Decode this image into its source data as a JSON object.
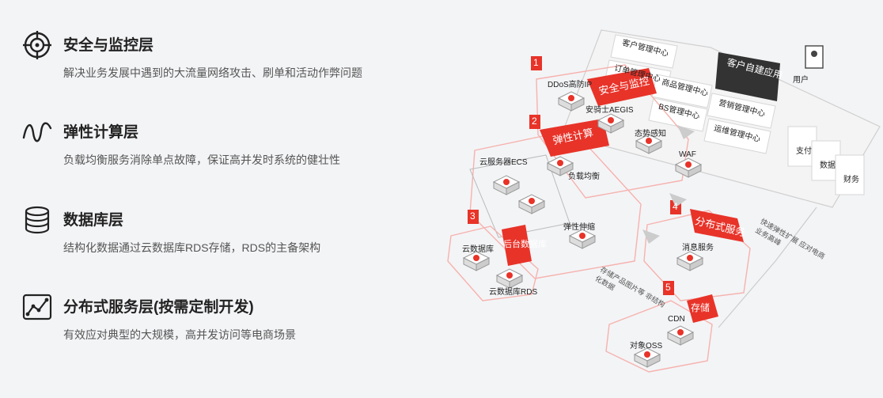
{
  "features": [
    {
      "icon": "target-icon",
      "title": "安全与监控层",
      "desc": "解决业务发展中遇到的大流量网络攻击、刷单和活动作弊问题"
    },
    {
      "icon": "wave-icon",
      "title": "弹性计算层",
      "desc": "负载均衡服务消除单点故障，保证高并发时系统的健壮性"
    },
    {
      "icon": "database-icon",
      "title": "数据库层",
      "desc": "结构化数据通过云数据库RDS存储，RDS的主备架构"
    },
    {
      "icon": "chart-icon",
      "title": "分布式服务层(按需定制开发)",
      "desc": "有效应对典型的大规模，高并发访问等电商场景"
    }
  ],
  "diagram": {
    "client_app": "客户自建应用",
    "user": "用户",
    "modules": [
      "客户管理中心",
      "订单管理中心",
      "商品管理中心",
      "BS管理中心",
      "营销管理中心",
      "运维管理中心"
    ],
    "small_services": [
      "支付",
      "数据",
      "财务"
    ],
    "sections": [
      {
        "num": "1",
        "tag": "安全与监控",
        "items": [
          "DDoS高防IP",
          "安骑士AEGIS",
          "态势感知",
          "WAF"
        ]
      },
      {
        "num": "2",
        "tag": "弹性计算",
        "items": [
          "云服务器ECS",
          "负载均衡",
          "弹性伸缩"
        ]
      },
      {
        "num": "3",
        "tag": "后台数据库",
        "items": [
          "云数据库",
          "云数据库RDS"
        ]
      },
      {
        "num": "4",
        "tag": "分布式服务",
        "items": [
          "消息服务"
        ]
      },
      {
        "num": "5",
        "tag": "存储",
        "items": [
          "CDN",
          "对象OSS"
        ]
      }
    ],
    "notes": [
      "快速弹性扩展 应对电商业务高峰",
      "存储产品图片等 非结构化数据"
    ]
  }
}
